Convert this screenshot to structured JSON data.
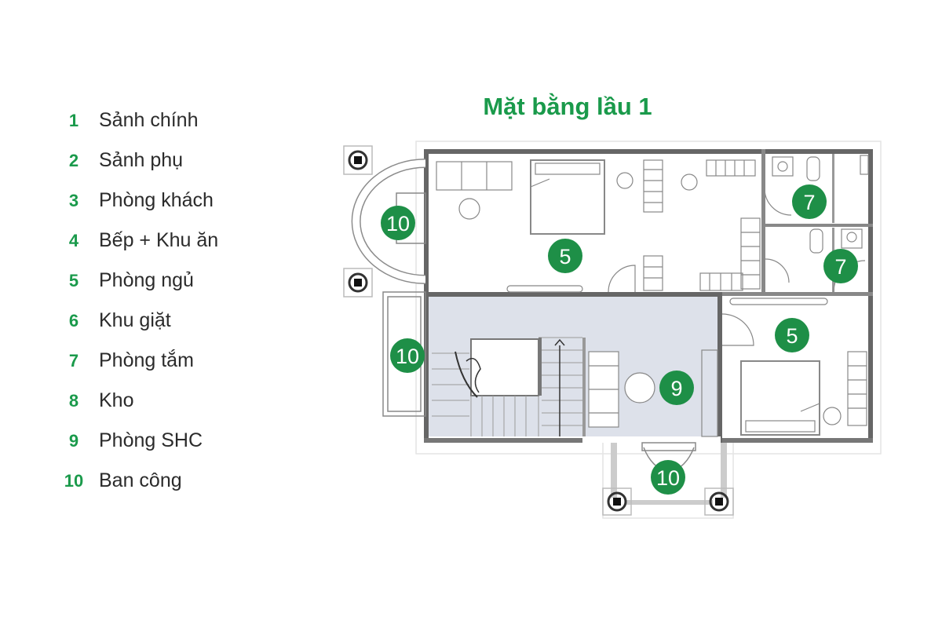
{
  "title": "Mặt bằng lầu 1",
  "legend": [
    {
      "num": "1",
      "label": "Sảnh chính"
    },
    {
      "num": "2",
      "label": "Sảnh phụ"
    },
    {
      "num": "3",
      "label": "Phòng khách"
    },
    {
      "num": "4",
      "label": "Bếp + Khu ăn"
    },
    {
      "num": "5",
      "label": "Phòng ngủ"
    },
    {
      "num": "6",
      "label": "Khu giặt"
    },
    {
      "num": "7",
      "label": "Phòng tắm"
    },
    {
      "num": "8",
      "label": "Kho"
    },
    {
      "num": "9",
      "label": "Phòng SHC"
    },
    {
      "num": "10",
      "label": "Ban công"
    }
  ],
  "plan_labels": {
    "balcony_left_top": "10",
    "bedroom_top": "5",
    "bath_top": "7",
    "bath_middle": "7",
    "balcony_left_bottom": "10",
    "family_room": "9",
    "bedroom_right": "5",
    "balcony_bottom": "10"
  },
  "colors": {
    "accent": "#1a9a4b",
    "badge": "#1e8f47",
    "shc_fill": "#dde1ea",
    "wall": "#666666"
  }
}
